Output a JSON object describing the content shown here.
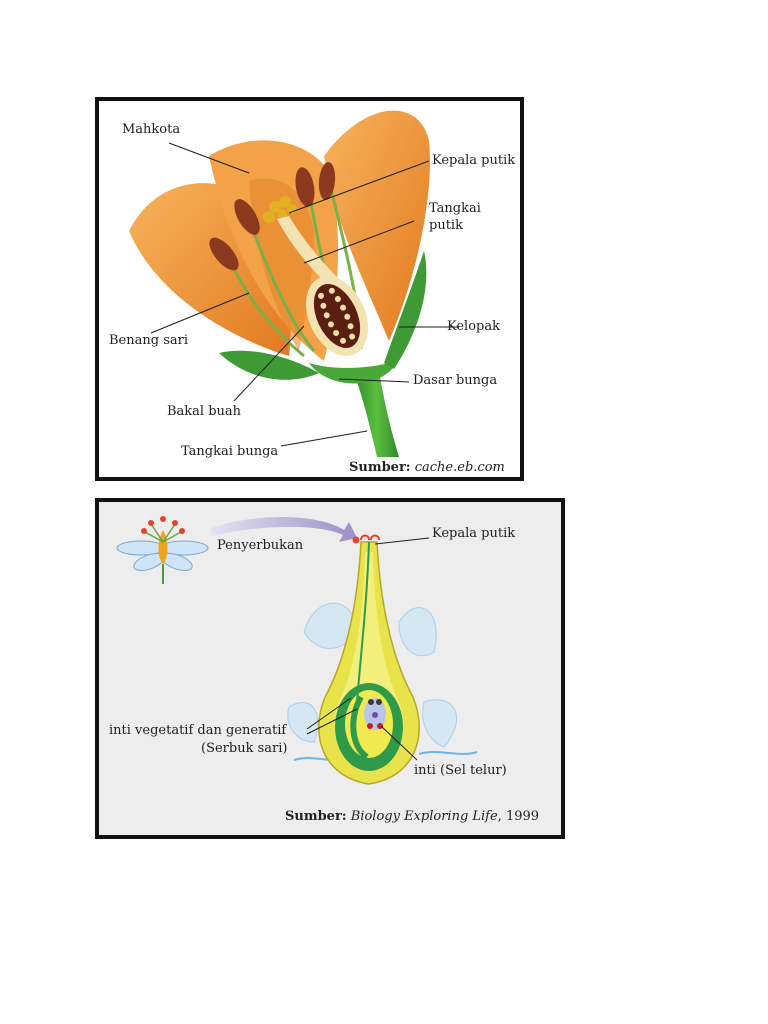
{
  "panel1": {
    "labels": {
      "mahkota": "Mahkota",
      "kepala_putik": "Kepala putik",
      "tangkai_putik_1": "Tangkai",
      "tangkai_putik_2": "putik",
      "kelopak": "Kelopak",
      "benang_sari": "Benang sari",
      "dasar_bunga": "Dasar bunga",
      "bakal_buah": "Bakal buah",
      "tangkai_bunga": "Tangkai bunga"
    },
    "source_prefix": "Sumber:",
    "source_name": "cache.eb.com"
  },
  "panel2": {
    "labels": {
      "penyerbukan": "Penyerbukan",
      "kepala_putik": "Kepala putik",
      "inti_vegetatif": "inti vegetatif dan generatif",
      "serbuk_sari": "(Serbuk sari)",
      "sel_telur": "inti (Sel telur)"
    },
    "source_prefix": "Sumber:",
    "source_name": "Biology Exploring Life",
    "source_year": ", 1999"
  },
  "colors": {
    "petal": "#f29a3c",
    "petal_dark": "#d9731c",
    "leaf": "#3e9a35",
    "anther": "#8b3a1f",
    "style_yellow": "#ede34a",
    "ovary_green": "#2f9a4a"
  }
}
